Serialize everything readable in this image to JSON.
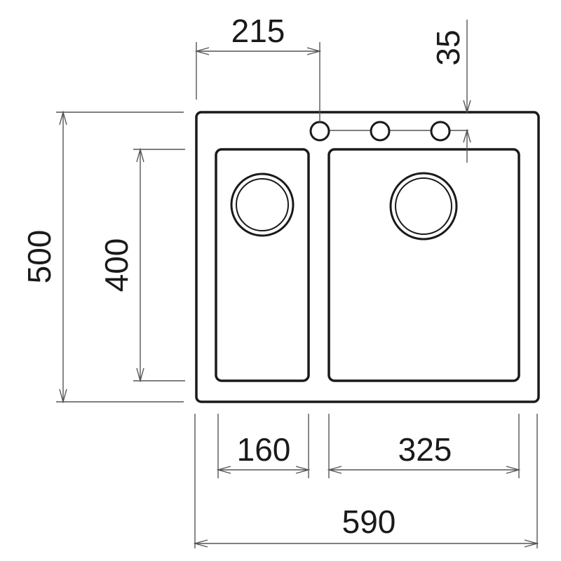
{
  "dimensions": {
    "tap_offset": "215",
    "tap_row_offset": "35",
    "overall_height": "500",
    "bowl_height": "400",
    "small_bowl_width": "160",
    "large_bowl_width": "325",
    "overall_width": "590"
  },
  "colors": {
    "outline": "#1a1a1a",
    "dimension_line": "#555555",
    "background": "#ffffff"
  }
}
